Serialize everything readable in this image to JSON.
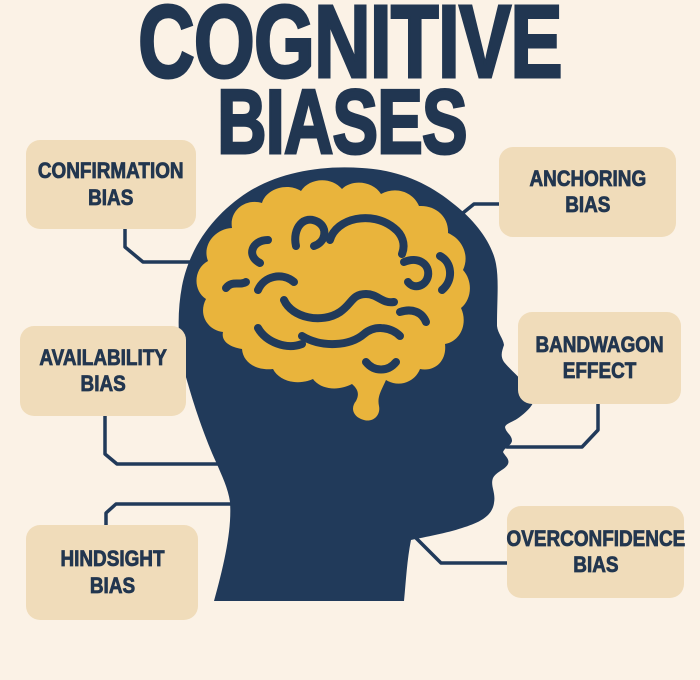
{
  "title": {
    "line1": "COGNITIVE",
    "line2": "BIASES"
  },
  "labels": {
    "confirmation": "CONFIRMATION\nBIAS",
    "anchoring": "ANCHORING\nBIAS",
    "availability": "AVAILABILITY\nBIAS",
    "bandwagon": "BANDWAGON\nEFFECT",
    "hindsight": "HINDSIGHT\nBIAS",
    "overconfidence": "OVERCONFIDENCE\nBIAS"
  },
  "icons": {
    "head": "head-profile-silhouette",
    "brain": "brain-icon"
  },
  "colors": {
    "background": "#fbf2e6",
    "label_box": "#f0dcba",
    "navy": "#213a5a",
    "text_navy": "#22364f",
    "brain_yellow": "#e9b43c"
  }
}
